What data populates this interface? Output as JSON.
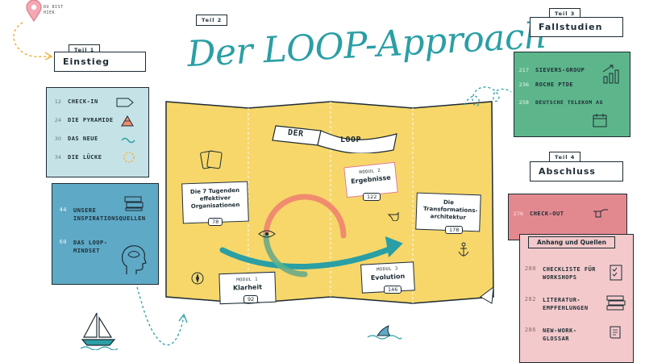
{
  "pin_text": "Du bist hier",
  "title": {
    "part_tag": "Teil 2",
    "text": "Der LOOP-Approach"
  },
  "part1": {
    "tag": "Teil 1",
    "header": "Einstieg",
    "items": [
      {
        "page": "12",
        "label": "Check-in",
        "icon": "tag-icon"
      },
      {
        "page": "24",
        "label": "Die Pyramide",
        "icon": "pyramid-icon"
      },
      {
        "page": "30",
        "label": "Das Neue",
        "icon": "wave-icon"
      },
      {
        "page": "34",
        "label": "Die Lücke",
        "icon": "dashed-circle-icon"
      }
    ],
    "inspiration": [
      {
        "page": "44",
        "label": "Unsere Inspirationsquellen",
        "icon": "books-icon"
      },
      {
        "page": "60",
        "label": "Das Loop-Mindset",
        "icon": "head-icon"
      }
    ]
  },
  "map": {
    "banner_left": "Der",
    "banner_right": "Loop",
    "cards": {
      "tugenden": {
        "text": "Die 7 Tugenden effektiver Organisationen",
        "page": "78"
      },
      "modul1": {
        "small": "Modul 1",
        "title": "Klarheit",
        "page": "92"
      },
      "modul2": {
        "small": "Modul 2",
        "title": "Ergebnisse",
        "page": "122"
      },
      "modul3": {
        "small": "Modul 3",
        "title": "Evolution",
        "page": "146"
      },
      "transform": {
        "text": "Die Transformations-architektur",
        "page": "178"
      }
    }
  },
  "part3": {
    "tag": "Teil 3",
    "header": "Fallstudien",
    "items": [
      {
        "page": "217",
        "label": "Sievers-Group"
      },
      {
        "page": "236",
        "label": "Roche PTDE"
      },
      {
        "page": "258",
        "label": "Deutsche Telekom AG"
      }
    ]
  },
  "part4": {
    "tag": "Teil 4",
    "header": "Abschluss",
    "checkout": {
      "page": "276",
      "label": "Check-out"
    },
    "anhang_header": "Anhang und Quellen",
    "items": [
      {
        "page": "280",
        "label": "Checkliste für Workshops"
      },
      {
        "page": "282",
        "label": "Literatur-empfehlungen"
      },
      {
        "page": "286",
        "label": "New-Work-Glossar"
      }
    ]
  },
  "colors": {
    "teal": "#2a9fa5",
    "map_yellow": "#f7d76a",
    "light_blue": "#c5e3e6",
    "mid_blue": "#5ea9c6",
    "green": "#5db68b",
    "pink": "#e2898f",
    "light_pink": "#f3c9cb",
    "orange": "#f08c6e"
  }
}
